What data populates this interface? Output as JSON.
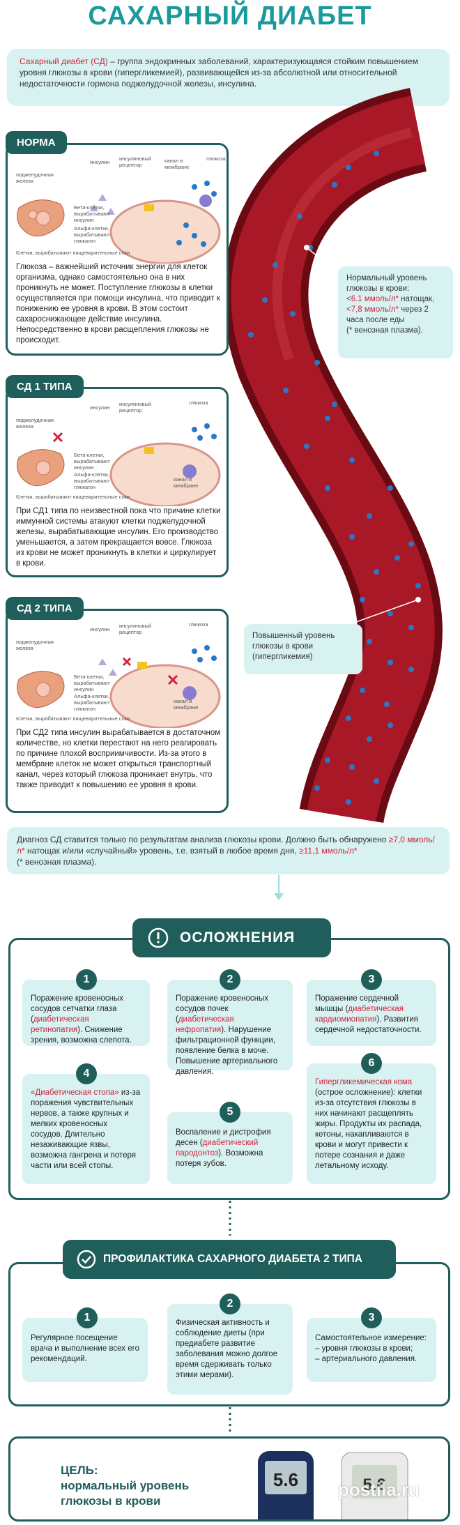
{
  "title": "САХАРНЫЙ ДИАБЕТ",
  "intro": {
    "term": "Сахарный диабет (СД)",
    "text": " – группа эндокринных заболеваний, характеризующаяся стойким повышением уровня глюкозы в крови (гипергликемией), развивающейся из-за абсолютной или относительной недостаточности гормона поджелудочной железы, инсулина."
  },
  "labels": {
    "pancreas": "поджелудочная железа",
    "insulin": "инсулин",
    "receptor": "инсулиновый рецептор",
    "channel": "канал в мембране",
    "glucose": "глюкоза",
    "beta": "Бета-клетки, вырабатывают инсулин",
    "alpha": "Альфа-клетки, вырабатывают глюкагон",
    "exo": "Клетки, вырабатывают пищеварительные соки"
  },
  "norma": {
    "tag": "НОРМА",
    "text": "Глюкоза – важнейший источник энергии для клеток организма, однако самостоятельно она в них проникнуть не может. Поступление глюкозы в клетки осуществляется при помощи инсулина, что приводит к понижению ее уровня в крови. В этом состоит сахароснижающее действие инсулина. Непосредственно в крови расщепления глюкозы не происходит."
  },
  "sd1": {
    "tag": "СД 1 ТИПА",
    "text": "При СД1 типа по неизвестной пока что причине клетки иммунной системы атакуют клетки поджелудочной железы, вырабатывающие инсулин. Его производство уменьшается, а затем прекращается вовсе. Глюкоза из крови не может проникнуть в клетки и циркулирует в крови."
  },
  "sd2": {
    "tag": "СД 2 ТИПА",
    "text": "При СД2 типа инсулин вырабатывается в достаточном количестве, но клетки перестают на него реагировать по причине плохой восприимчивости. Из-за этого в мембране клеток не может открыться транспортный канал, через который глюкоза проникает внутрь, что также приводит к повышению ее уровня в крови."
  },
  "normal_level": {
    "l1": "Нормальный уровень глюкозы в крови:",
    "v1": "<6.1 ммоль/л*",
    "t1": " натощак,",
    "v2": "<7,8 ммоль/л*",
    "t2": " через 2 часа после еды",
    "note": "(* венозная плазма)."
  },
  "high_level": "Повышенный уровень глюкозы в крови (гипергликемия)",
  "diagnosis": {
    "t1": "Диагноз СД ставится только по результатам анализа глюкозы крови. Должно быть обнаружено ",
    "v1": "≥7,0 ммоль/л*",
    "t2": " натощак и/или «случайный» уровень, т.е. взятый в любое время дня, ",
    "v2": "≥11,1 ммоль/л*",
    "t3": "(* венозная плазма)."
  },
  "complications": {
    "header": "ОСЛОЖНЕНИЯ",
    "items": [
      {
        "num": "1",
        "a": "Поражение кровеносных сосудов сетчатки глаза (",
        "r": "диабетическая ретинопатия",
        "b": "). Снижение зрения, возможна слепота."
      },
      {
        "num": "2",
        "a": "Поражение кровеносных сосудов почек (",
        "r": "диабетическая нефропатия",
        "b": "). Нарушение фильтрационной функции, появление белка в моче. Повышение артериального давления."
      },
      {
        "num": "3",
        "a": "Поражение сердечной мышцы (",
        "r": "диабетическая кардиомиопатия",
        "b": "). Развития сердечной недостаточности."
      },
      {
        "num": "4",
        "a": "",
        "r": "«Диабетическая стопа»",
        "b": " из-за поражения чувствительных нервов, а также крупных и мелких кровеносных сосудов. Длительно незаживающие язвы, возможна гангрена и потеря части или всей стопы."
      },
      {
        "num": "5",
        "a": "Воспаление и дистрофия десен (",
        "r": "диабетический пародонтоз",
        "b": "). Возможна потеря зубов."
      },
      {
        "num": "6",
        "a": "",
        "r": "Гипергликемическая кома",
        "b": " (острое осложнение): клетки из-за отсутствия глюкозы в них начинают расщеплять жиры. Продукты их распада, кетоны, накапливаются в крови и могут привести к потере сознания и даже летальному исходу."
      }
    ]
  },
  "prevention": {
    "header": "ПРОФИЛАКТИКА САХАРНОГО ДИАБЕТА 2 ТИПА",
    "items": [
      {
        "num": "1",
        "text": "Регулярное посещение врача и выполнение всех его рекомендаций."
      },
      {
        "num": "2",
        "text": "Физическая активность и соблюдение диеты (при предиабете развитие заболевания можно долгое время сдерживать только этими мерами)."
      },
      {
        "num": "3",
        "text": "Самостоятельное измерение:",
        "l1": "– уровня глюкозы в крови;",
        "l2": "– артериального давления."
      }
    ]
  },
  "goal": {
    "l1": "ЦЕЛЬ:",
    "l2": "нормальный уровень",
    "l3": "глюкозы в крови",
    "meter1": "5.6",
    "meter2": "5.6",
    "watermark": "postila.ru"
  },
  "colors": {
    "teal": "#1f5e5a",
    "light": "#d8f2f2",
    "red": "#d0223a",
    "title": "#1a9a9a"
  }
}
